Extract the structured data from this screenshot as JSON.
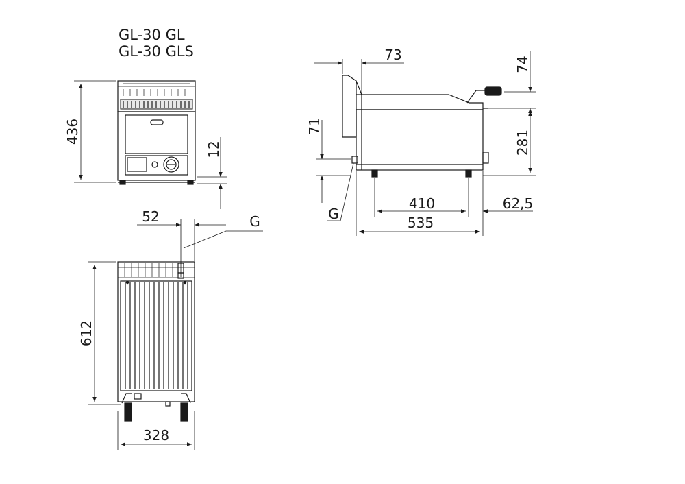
{
  "titles": {
    "line1": "GL-30 GL",
    "line2": "GL-30 GLS"
  },
  "front_view": {
    "height_total": "436",
    "foot_height": "12"
  },
  "top_view": {
    "gas_offset": "52",
    "gas_label": "G",
    "depth": "612",
    "width": "328"
  },
  "side_view": {
    "top_offset": "73",
    "handle_height": "74",
    "gas_height": "71",
    "body_height": "281",
    "gas_label": "G",
    "feet_span": "410",
    "rear_offset": "62,5",
    "total_depth": "535"
  }
}
